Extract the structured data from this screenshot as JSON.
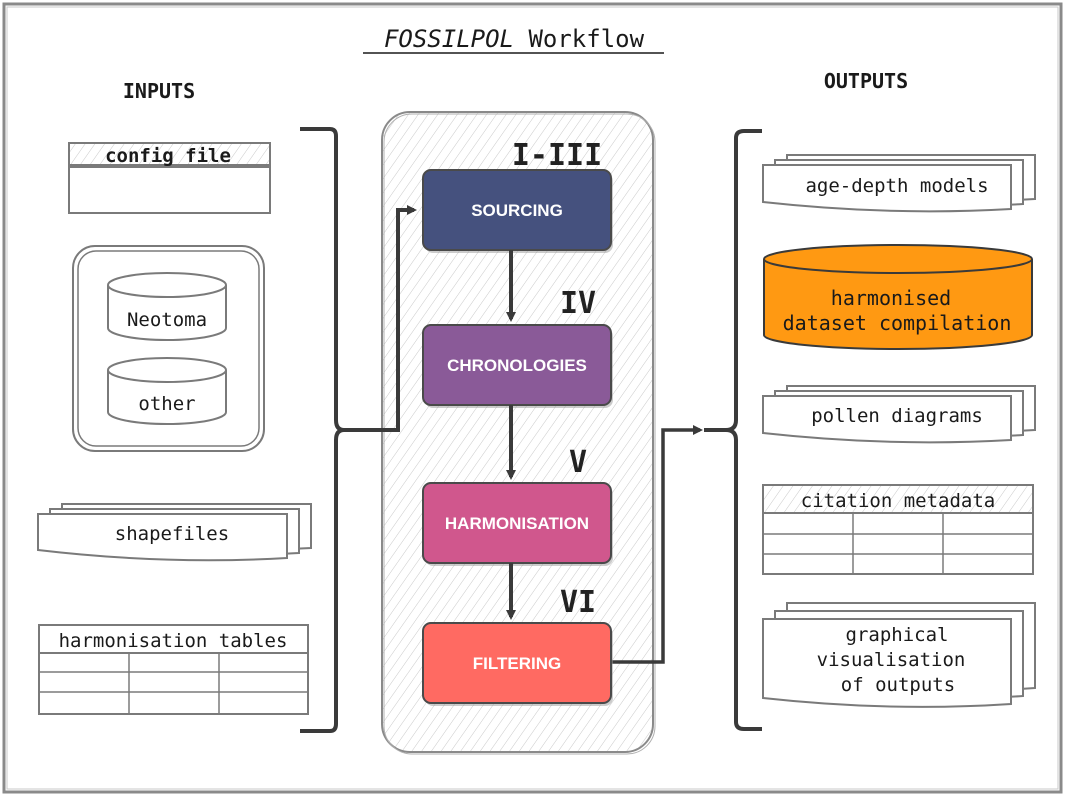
{
  "title": {
    "italic": "FOSSILPOL",
    "rest": " Workflow"
  },
  "inputs": {
    "heading": "INPUTS",
    "config_file": "config file",
    "databases": [
      "Neotoma",
      "other"
    ],
    "shapefiles": "shapefiles",
    "harmonisation_tables": "harmonisation tables"
  },
  "outputs": {
    "heading": "OUTPUTS",
    "age_depth_models": "age-depth models",
    "dataset_compilation": [
      "harmonised",
      "dataset compilation"
    ],
    "pollen_diagrams": "pollen diagrams",
    "citation_metadata": "citation metadata",
    "graphical_visualisation": [
      "graphical",
      "visualisation",
      "of outputs"
    ]
  },
  "stages": [
    {
      "label": "SOURCING",
      "numeral": "I-III",
      "color": "#45517e"
    },
    {
      "label": "CHRONOLOGIES",
      "numeral": "IV",
      "color": "#8a5a98"
    },
    {
      "label": "HARMONISATION",
      "numeral": "V",
      "color": "#d0578d"
    },
    {
      "label": "FILTERING",
      "numeral": "VI",
      "color": "#ff6a62"
    }
  ],
  "colors": {
    "compilation": "#ff9912",
    "stroke": "#3a3a3a"
  }
}
